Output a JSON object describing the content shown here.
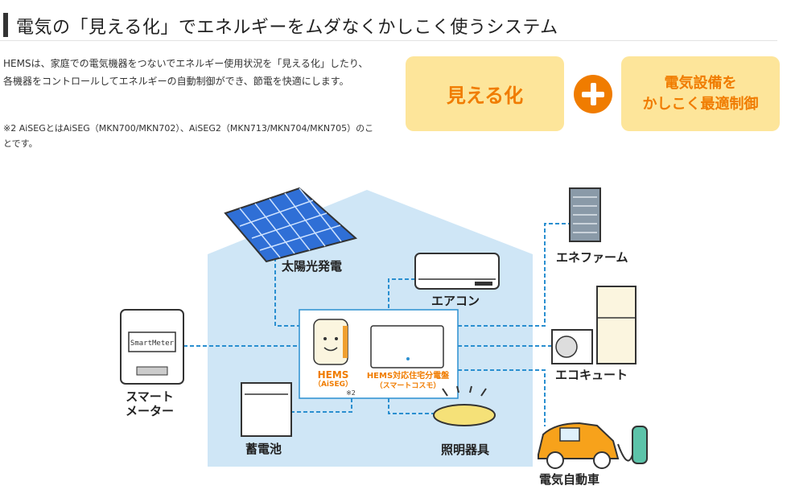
{
  "header": {
    "title": "電気の「見える化」でエネルギーをムダなくかしこく使うシステム"
  },
  "intro": {
    "text": "HEMSは、家庭での電気機器をつないでエネルギー使用状況を「見える化」したり、各機器をコントロールしてエネルギーの自動制御ができ、節電を快適にします。",
    "note": "※2 AiSEGとはAiSEG（MKN700/MKN702）、AiSEG2（MKN713/MKN704/MKN705）のことです。"
  },
  "benefits": {
    "left": "見える化",
    "right_line1": "電気設備を",
    "right_line2": "かしこく最適制御"
  },
  "diagram": {
    "solar": "太陽光発電",
    "aircon": "エアコン",
    "enefarm": "エネファーム",
    "ecocute": "エコキュート",
    "smart_meter_line1": "スマート",
    "smart_meter_line2": "メーター",
    "meter_display": "SmartMeter",
    "hems": "HEMS",
    "aiseg": "（AiSEG）",
    "hems_note": "※2",
    "panel_line1": "HEMS対応住宅分電盤",
    "panel_line2": "（スマートコスモ）",
    "battery": "蓄電池",
    "lighting": "照明器具",
    "ev": "電気自動車"
  },
  "colors": {
    "accent": "#f07c00",
    "pill": "#fde59a",
    "house": "#cfe6f6",
    "line": "#2a8fd0"
  }
}
